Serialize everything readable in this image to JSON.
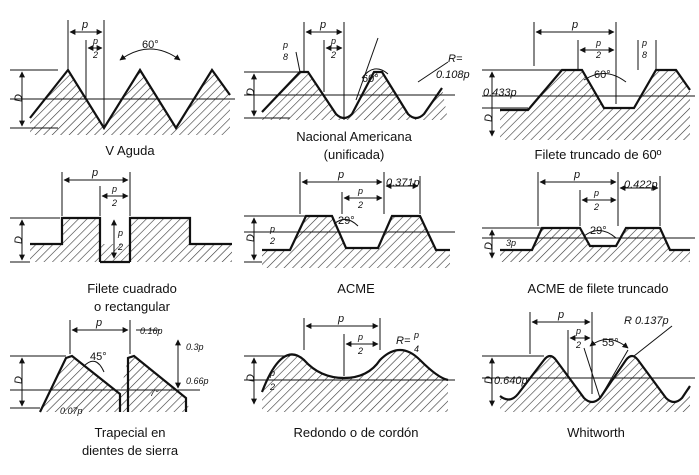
{
  "profiles": [
    {
      "caption": [
        "V Aguda"
      ],
      "labels": {
        "p": "p",
        "p_num": "p",
        "p_den": "2",
        "d": "D",
        "angle": "60°"
      }
    },
    {
      "caption": [
        "Nacional Americana",
        "(unificada)"
      ],
      "labels": {
        "p": "p",
        "p_num": "p",
        "p_den": "2",
        "p8_num": "p",
        "p8_den": "8",
        "d": "D",
        "angle": "60°",
        "r": "R=",
        "r_val": "0.108p"
      }
    },
    {
      "caption": [
        "Filete truncado de 60º"
      ],
      "labels": {
        "p": "p",
        "p_num": "p",
        "p_den": "2",
        "p_num2": "p",
        "p_den2": "8",
        "d": "D",
        "angle": "60°",
        "depth": "0.433p"
      }
    },
    {
      "caption": [
        "Filete cuadrado",
        "o rectangular"
      ],
      "labels": {
        "p": "p",
        "p_num": "p",
        "p_den": "2",
        "p_num2": "p",
        "p_den2": "2",
        "d": "D"
      }
    },
    {
      "caption": [
        "ACME"
      ],
      "labels": {
        "p": "p",
        "p_num": "p",
        "p_den": "2",
        "p_num2": "p",
        "p_den2": "2",
        "d": "D",
        "angle": "29°",
        "land": "0.371p"
      }
    },
    {
      "caption": [
        "ACME de filete truncado"
      ],
      "labels": {
        "p": "p",
        "p_num": "p",
        "p_den": "2",
        "d": "D",
        "angle": "29°",
        "land": "0.422p",
        "depth": "3p"
      }
    },
    {
      "caption": [
        "Trapecial en",
        "dientes de sierra"
      ],
      "labels": {
        "p": "p",
        "d": "D",
        "angle": "45°",
        "a1": "0.16p",
        "a2": "0.3p",
        "a3": "0.66p",
        "a4": "0.07p",
        "a5": "7°"
      }
    },
    {
      "caption": [
        "Redondo o de cordón"
      ],
      "labels": {
        "p": "p",
        "p_num": "p",
        "p_den": "2",
        "p_num2": "p",
        "p_den2": "2",
        "d": "D",
        "r": "R=",
        "r_num": "p",
        "r_den": "4"
      }
    },
    {
      "caption": [
        "Whitworth"
      ],
      "labels": {
        "p": "p",
        "p_num": "p",
        "p_den": "2",
        "d": "D",
        "angle": "55°",
        "r": "R 0.137p",
        "depth": "0.640p"
      }
    }
  ]
}
